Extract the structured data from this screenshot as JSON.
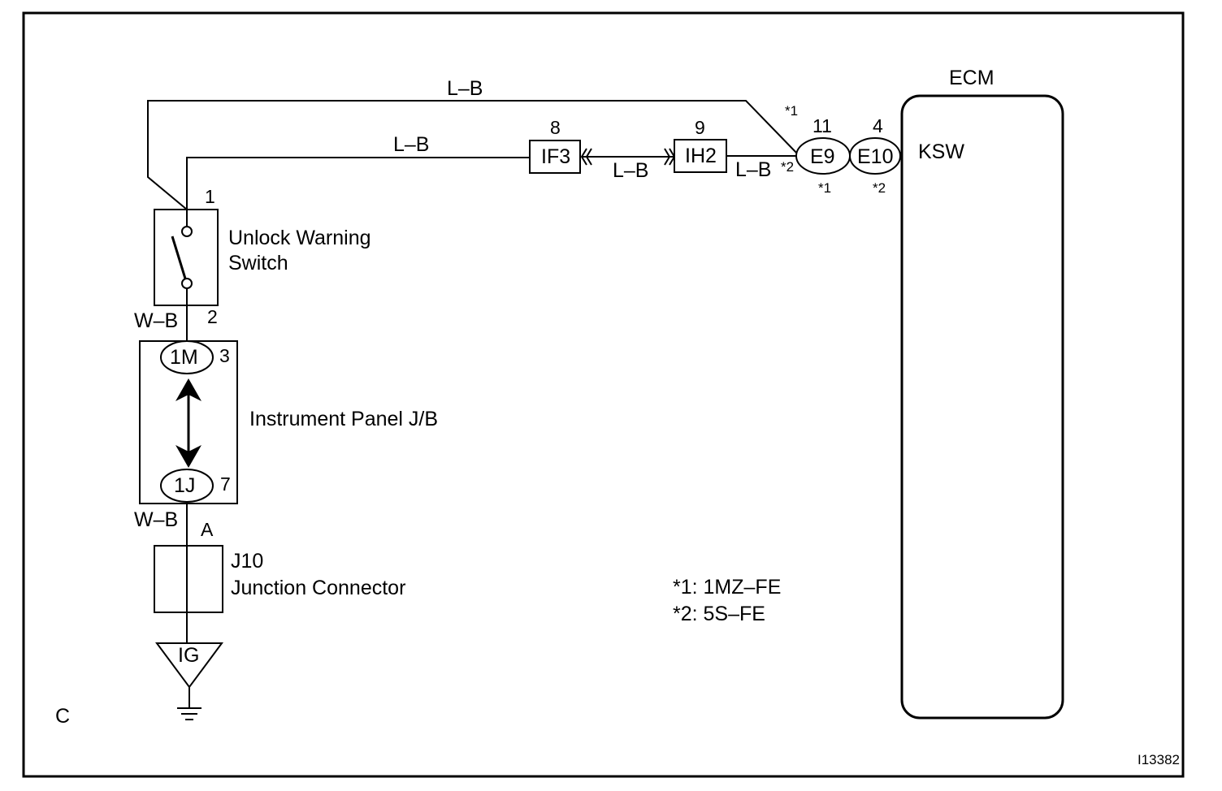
{
  "corner_label": "C",
  "figure_id": "I13382",
  "ecm": {
    "title": "ECM",
    "pin": "KSW"
  },
  "wires": {
    "top_lb": "L–B",
    "mid_lb": "L–B",
    "between_lb": "L–B",
    "ih2_lb": "L–B",
    "switch_wb": "W–B",
    "jb_wb": "W–B"
  },
  "connectors": {
    "if3": {
      "name": "IF3",
      "pin": "8"
    },
    "ih2": {
      "name": "IH2",
      "pin": "9"
    },
    "e9": {
      "name": "E9",
      "pin": "11",
      "note_top": "*1",
      "note_left": "*2",
      "note_bottom": "*1"
    },
    "e10": {
      "name": "E10",
      "pin": "4",
      "note_bottom": "*2"
    }
  },
  "unlock_switch": {
    "label_line1": "Unlock Warning",
    "label_line2": "Switch",
    "pin_top": "1",
    "pin_bottom": "2"
  },
  "instrument_jb": {
    "label": "Instrument Panel J/B",
    "top_conn": "1M",
    "top_pin": "3",
    "bottom_conn": "1J",
    "bottom_pin": "7"
  },
  "junction": {
    "pin": "A",
    "id": "J10",
    "label": "Junction Connector"
  },
  "ground": {
    "label": "IG"
  },
  "legend": {
    "line1": "*1: 1MZ–FE",
    "line2": "*2: 5S–FE"
  }
}
